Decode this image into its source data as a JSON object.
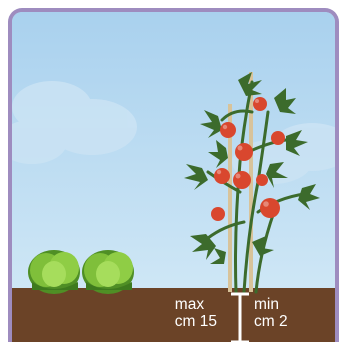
{
  "planting_depth": {
    "left_label": "max",
    "left_value": "cm 15",
    "right_label": "min",
    "right_value": "cm 2"
  },
  "colors": {
    "frame": "#9e8cbf",
    "sky": "#bcdcf2",
    "soil": "#6b4327",
    "leaf": "#3c6b2c",
    "tomato": "#d9472e",
    "lettuce": "#7fbf3a"
  },
  "illustration": {
    "plants": [
      "lettuce-head",
      "lettuce-head",
      "tomato-plant"
    ],
    "support": "wooden-stakes"
  }
}
